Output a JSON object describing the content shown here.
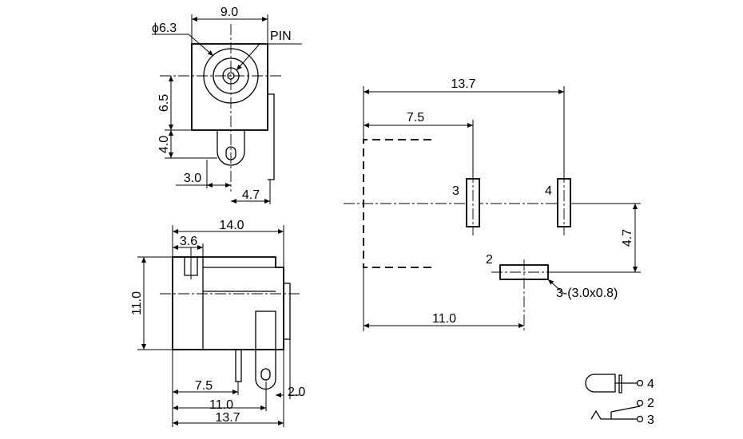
{
  "front_view": {
    "dia": "ϕ6.3",
    "width": "9.0",
    "pin": "PIN",
    "h1": "6.5",
    "h2": "4.0",
    "w1": "3.0",
    "w2": "4.7"
  },
  "side_view": {
    "length": "14.0",
    "seg": "3.6",
    "height": "11.0",
    "d1": "7.5",
    "d2": "11.0",
    "d3": "13.7",
    "d4": "2.0"
  },
  "pcb_layout": {
    "width": "13.7",
    "half": "7.5",
    "pin3": "3",
    "pin4": "4",
    "pin2": "2",
    "offset": "4.7",
    "pad_note": "3-(3.0x0.8)",
    "bottom": "11.0"
  },
  "schematic": {
    "pin4": "4",
    "pin2": "2",
    "pin3": "3"
  }
}
